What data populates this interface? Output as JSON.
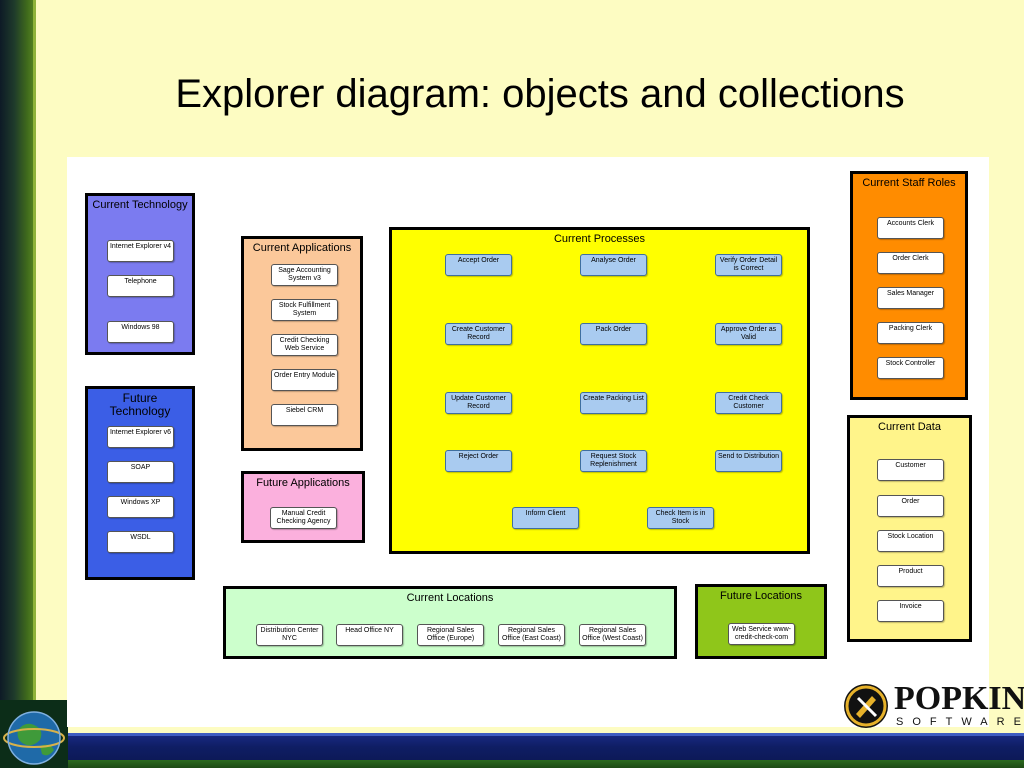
{
  "slide": {
    "title": "Explorer diagram: objects and collections"
  },
  "colors": {
    "current_technology": "#7b7bf0",
    "future_technology": "#3b5ee6",
    "current_applications": "#fbc89a",
    "future_applications": "#fbb0dd",
    "current_processes": "#ffff00",
    "current_staff_roles": "#ff8c00",
    "current_data": "#fff48a",
    "current_locations": "#ccffcc",
    "future_locations": "#8fc61a",
    "process_node": "#a9cbf0"
  },
  "groups": {
    "current_technology": {
      "title": "Current Technology",
      "items": [
        "Internet Explorer v4",
        "Telephone",
        "Windows 98"
      ]
    },
    "future_technology": {
      "title": "Future\nTechnology",
      "items": [
        "Internet Explorer v6",
        "SOAP",
        "Windows XP",
        "WSDL"
      ]
    },
    "current_applications": {
      "title": "Current Applications",
      "items": [
        "Sage Accounting\nSystem v3",
        "Stock Fulfillment\nSystem",
        "Credit Checking\nWeb Service",
        "Order Entry Module",
        "Siebel CRM"
      ]
    },
    "future_applications": {
      "title": "Future Applications",
      "items": [
        "Manual Credit\nChecking Agency"
      ]
    },
    "current_processes": {
      "title": "Current Processes",
      "items": [
        "Accept Order",
        "Analyse Order",
        "Verify Order Detail\nis Correct",
        "Create Customer\nRecord",
        "Pack Order",
        "Approve Order as\nValid",
        "Update Customer\nRecord",
        "Create Packing List",
        "Credit Check\nCustomer",
        "Reject Order",
        "Request Stock\nReplenishment",
        "Send to Distribution",
        "Inform Client",
        "Check Item is in\nStock"
      ]
    },
    "current_staff_roles": {
      "title": "Current Staff Roles",
      "items": [
        "Accounts Clerk",
        "Order Clerk",
        "Sales Manager",
        "Packing Clerk",
        "Stock Controller"
      ]
    },
    "current_data": {
      "title": "Current Data",
      "items": [
        "Customer",
        "Order",
        "Stock Location",
        "Product",
        "Invoice"
      ]
    },
    "current_locations": {
      "title": "Current Locations",
      "items": [
        "Distribution Center\nNYC",
        "Head Office NY",
        "Regional Sales\nOffice (Europe)",
        "Regional Sales\nOffice (East Coast)",
        "Regional Sales\nOffice (West Coast)"
      ]
    },
    "future_locations": {
      "title": "Future Locations",
      "items": [
        "Web Service www-\ncredit-check-com"
      ]
    }
  },
  "logo": {
    "name": "POPKIN",
    "sub": "SOFTWARE",
    "icon": "popkin-circle-logo-icon"
  }
}
